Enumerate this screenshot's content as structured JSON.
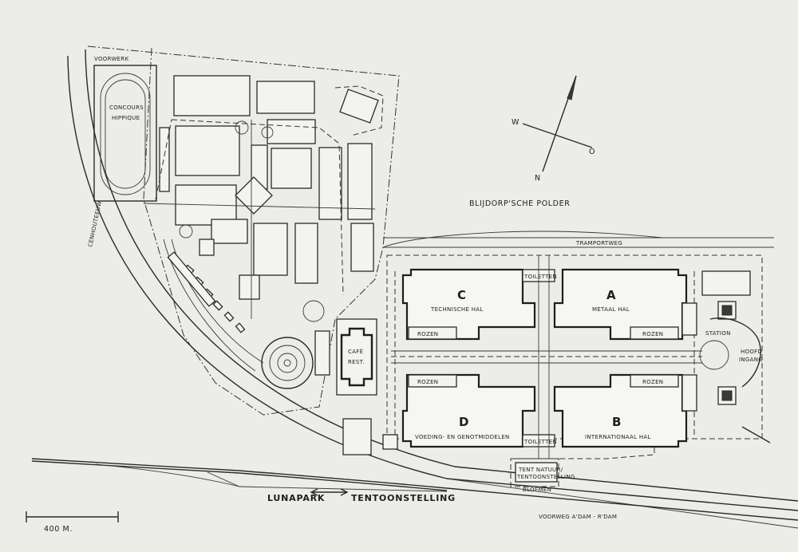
{
  "labels": {
    "voorwerk": "VOORWERK",
    "concours_1": "CONCOURS",
    "concours_2": "HIPPIQUE",
    "cenhouteeuw": "CENHOUTEEUW",
    "bluporp_polder": "BLIJDORP'SCHE POLDER",
    "tramportweg": "TRAMPORTWEG",
    "toiletten_top": "TOILETTEN",
    "toiletten_bottom": "TOILETTEN",
    "hall_c_letter": "C",
    "hall_c_name": "TECHNISCHE HAL",
    "hall_a_letter": "A",
    "hall_a_name": "METAAL HAL",
    "hall_d_letter": "D",
    "hall_d_name": "VOEDING- EN GENOTMIDDELEN",
    "hall_b_letter": "B",
    "hall_b_name": "INTERNATIONAAL HAL",
    "rozen_c": "ROZEN",
    "rozen_a": "ROZEN",
    "rozen_d": "ROZEN",
    "rozen_b": "ROZEN",
    "cafe_1": "CAFÉ",
    "cafe_2": "REST.",
    "station": "STATION",
    "hoofd_ingang_1": "HOOFD",
    "hoofd_ingang_2": "INGANG",
    "lunapark": "LUNAPARK",
    "tentoonstelling": "TENTOONSTELLING",
    "tent_1": "TENT NATUUR/",
    "tent_2": "TENTOONSTELLING",
    "bloemen": "BLOEMEN",
    "voorweg": "VOORWEG A'DAM - R'DAM",
    "scale": "400 M."
  },
  "compass": {
    "n": "N",
    "o": "O",
    "w": "W"
  }
}
